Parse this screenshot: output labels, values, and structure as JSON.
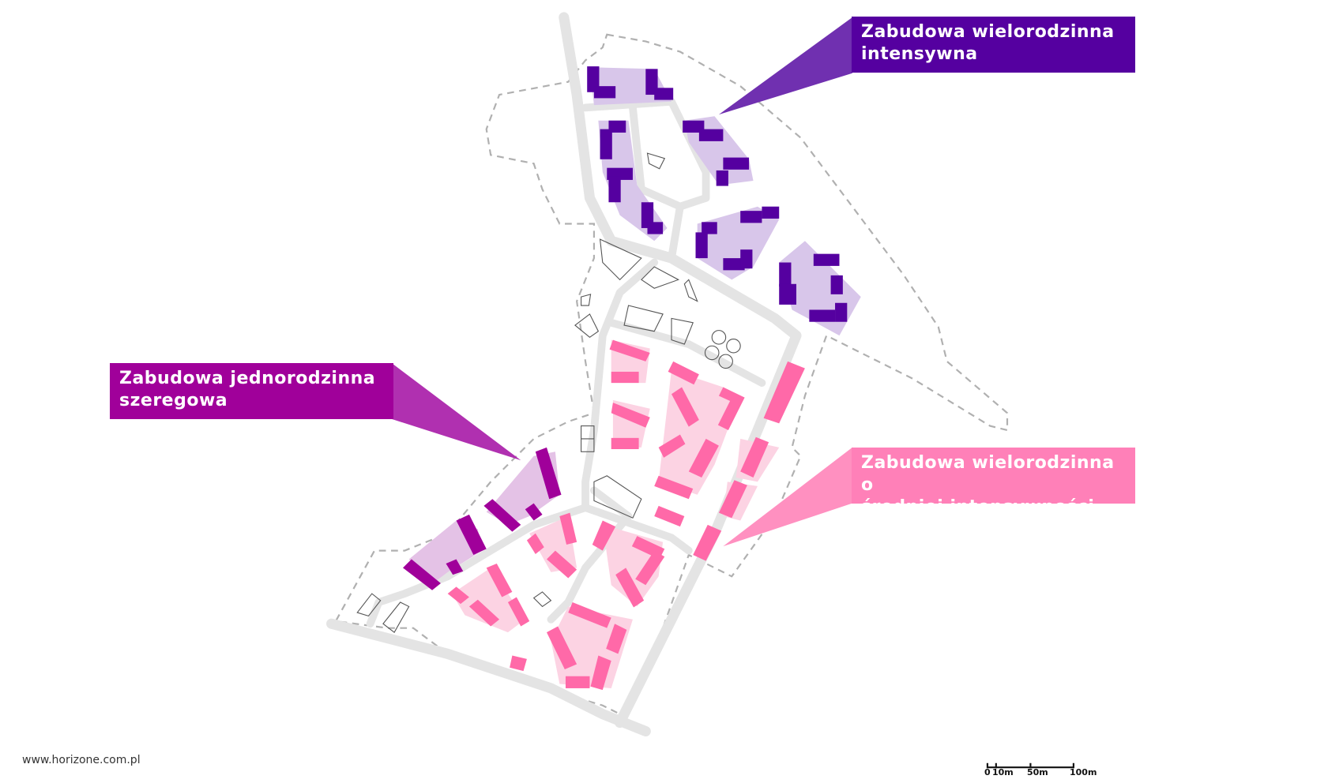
{
  "legend": {
    "intensive": {
      "label": "Zabudowa wielorodzinna intensywna",
      "color": "#5500a0",
      "fill": "#d8c6ea"
    },
    "terraced": {
      "label": "Zabudowa jednorodzinna szeregowa",
      "color": "#a0009a",
      "fill": "#e4c2e6"
    },
    "medium": {
      "label": "Zabudowa wielorodzinna o średniej intensywności",
      "color": "#ff69a8",
      "fill": "#fcd3e3"
    }
  },
  "labels": {
    "intensive_l1": "Zabudowa wielorodzinna",
    "intensive_l2": "intensywna",
    "terraced_l1": "Zabudowa jednorodzinna",
    "terraced_l2": "szeregowa",
    "medium_l1": "Zabudowa wielorodzinna o",
    "medium_l2": "średniej intensywności"
  },
  "scale_bar": {
    "ticks": [
      "0",
      "10m",
      "50m",
      "100m"
    ]
  },
  "watermark": "www.horizone.com.pl"
}
